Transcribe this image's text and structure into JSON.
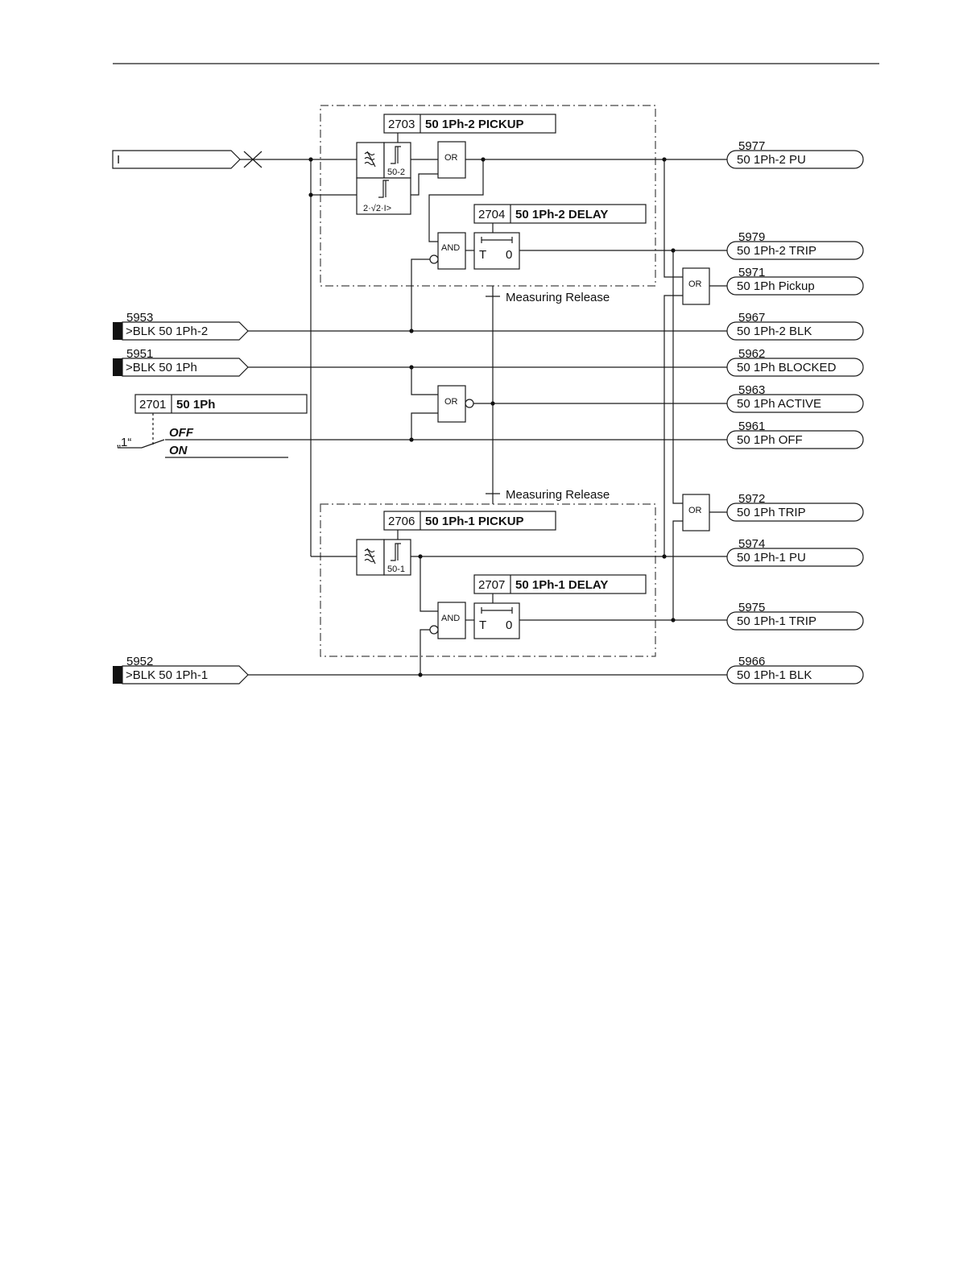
{
  "input_signal": "I",
  "params": {
    "p2703": {
      "num": "2703",
      "label": "50 1Ph-2 PICKUP"
    },
    "p2704": {
      "num": "2704",
      "label": "50 1Ph-2 DELAY"
    },
    "p2701": {
      "num": "2701",
      "label": "50 1Ph"
    },
    "p2706": {
      "num": "2706",
      "label": "50 1Ph-1 PICKUP"
    },
    "p2707": {
      "num": "2707",
      "label": "50 1Ph-1 DELAY"
    }
  },
  "blocks": {
    "thr_upper": "50-2",
    "thr_upper_formula": "2·√2·I>",
    "thr_lower": "50-1",
    "or_label": "OR",
    "and_label": "AND",
    "timer_t": "T",
    "timer_zero": "0"
  },
  "measuring_release": "Measuring Release",
  "switch": {
    "constant": "„1“",
    "off": "OFF",
    "on": "ON"
  },
  "inputs": [
    {
      "num": "5953",
      "label": ">BLK 50 1Ph-2"
    },
    {
      "num": "5951",
      "label": ">BLK 50 1Ph"
    },
    {
      "num": "5952",
      "label": ">BLK 50 1Ph-1"
    }
  ],
  "outputs": [
    {
      "num": "5977",
      "label": "50 1Ph-2 PU"
    },
    {
      "num": "5979",
      "label": "50 1Ph-2 TRIP"
    },
    {
      "num": "5971",
      "label": "50 1Ph Pickup"
    },
    {
      "num": "5967",
      "label": "50 1Ph-2 BLK"
    },
    {
      "num": "5962",
      "label": "50 1Ph BLOCKED"
    },
    {
      "num": "5963",
      "label": "50 1Ph ACTIVE"
    },
    {
      "num": "5961",
      "label": "50 1Ph OFF"
    },
    {
      "num": "5972",
      "label": "50 1Ph TRIP"
    },
    {
      "num": "5974",
      "label": "50 1Ph-1 PU"
    },
    {
      "num": "5975",
      "label": "50 1Ph-1 TRIP"
    },
    {
      "num": "5966",
      "label": "50 1Ph-1 BLK"
    }
  ]
}
